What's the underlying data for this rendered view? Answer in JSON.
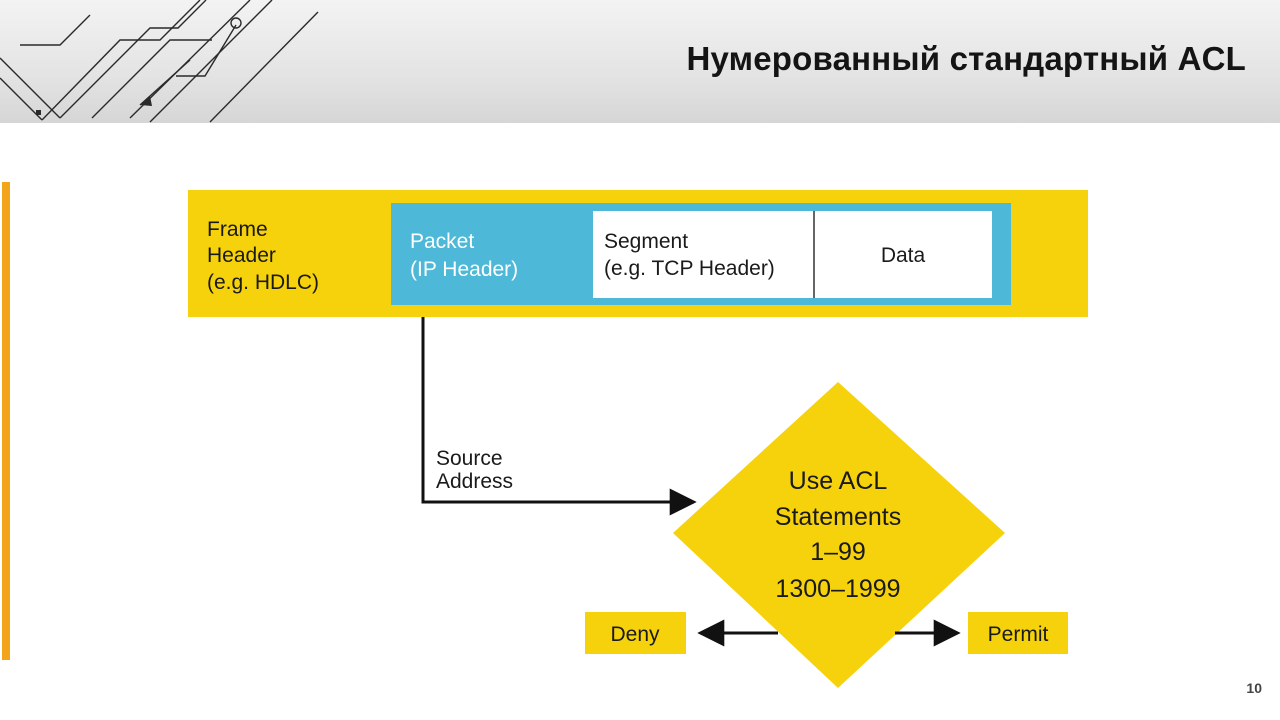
{
  "slide": {
    "title": "Нумерованный стандартный ACL",
    "page_number": "10"
  },
  "diagram": {
    "frame": {
      "line1": "Frame",
      "line2": "Header",
      "line3": "(e.g. HDLC)"
    },
    "packet": {
      "line1": "Packet",
      "line2": "(IP Header)"
    },
    "segment": {
      "line1": "Segment",
      "line2": "(e.g. TCP Header)"
    },
    "data_label": "Data",
    "source_address": {
      "line1": "Source",
      "line2": "Address"
    },
    "decision": {
      "line1": "Use ACL",
      "line2": "Statements",
      "line3": "1–99",
      "line4": "1300–1999"
    },
    "deny_label": "Deny",
    "permit_label": "Permit"
  },
  "colors": {
    "yellow": "#f5d20c",
    "blue": "#4db8d8",
    "accent_orange": "#f2a51a"
  },
  "icons": [
    "circuit-decoration-icon"
  ]
}
